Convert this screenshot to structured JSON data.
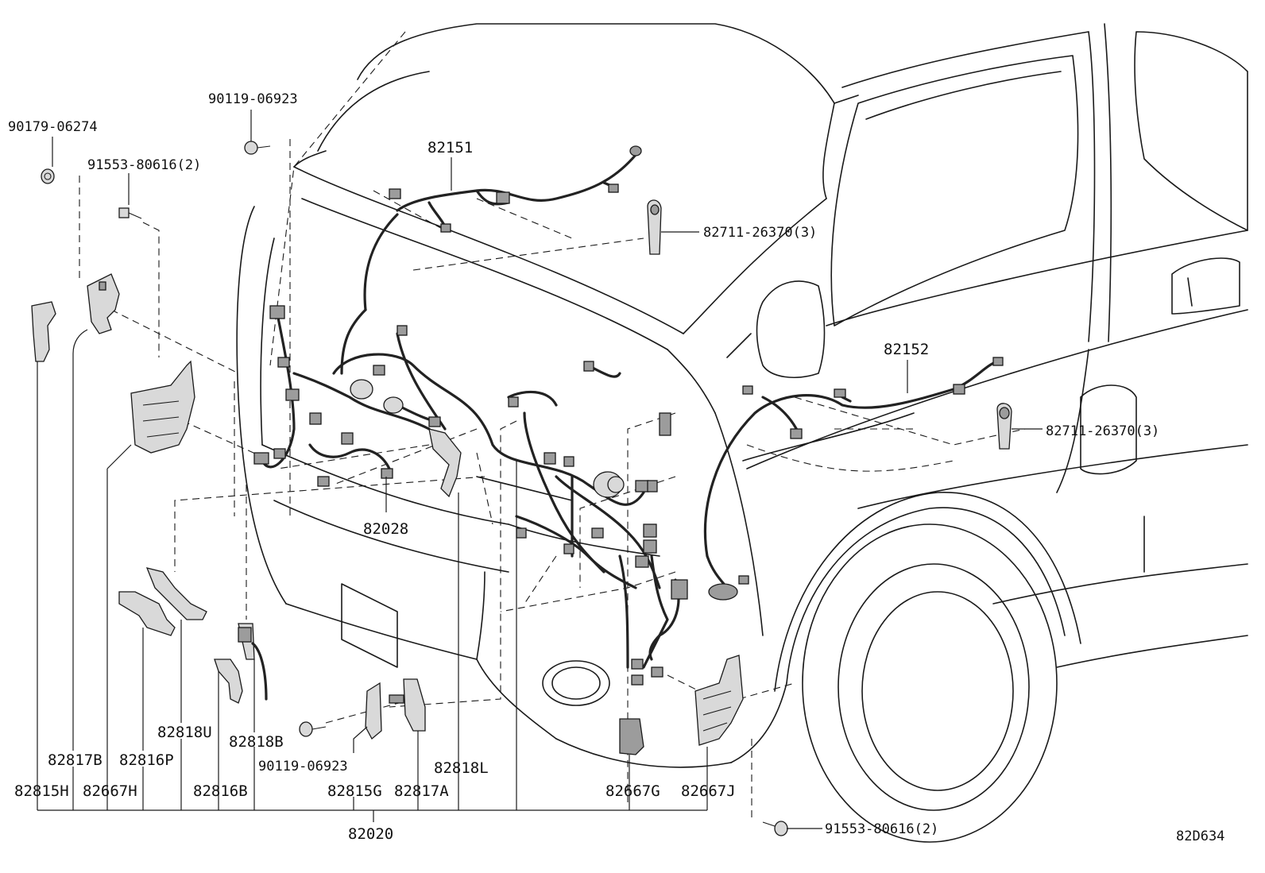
{
  "diagram_code": "82D634",
  "labels": {
    "p90179_06274": "90179-06274",
    "p91553_80616_top": "91553-80616(2)",
    "p90119_06923_top": "90119-06923",
    "p82151": "82151",
    "p82711_26370_top": "82711-26370(3)",
    "p82152": "82152",
    "p82711_26370_right": "82711-26370(3)",
    "p82028": "82028",
    "p82818U": "82818U",
    "p82818B": "82818B",
    "p82817B": "82817B",
    "p82816P": "82816P",
    "p82815H": "82815H",
    "p82667H": "82667H",
    "p82816B": "82816B",
    "p90119_06923_bottom": "90119-06923",
    "p82815G": "82815G",
    "p82817A": "82817A",
    "p82818L": "82818L",
    "p82667G": "82667G",
    "p82667J": "82667J",
    "p82020": "82020",
    "p91553_80616_bottom": "91553-80616(2)"
  }
}
